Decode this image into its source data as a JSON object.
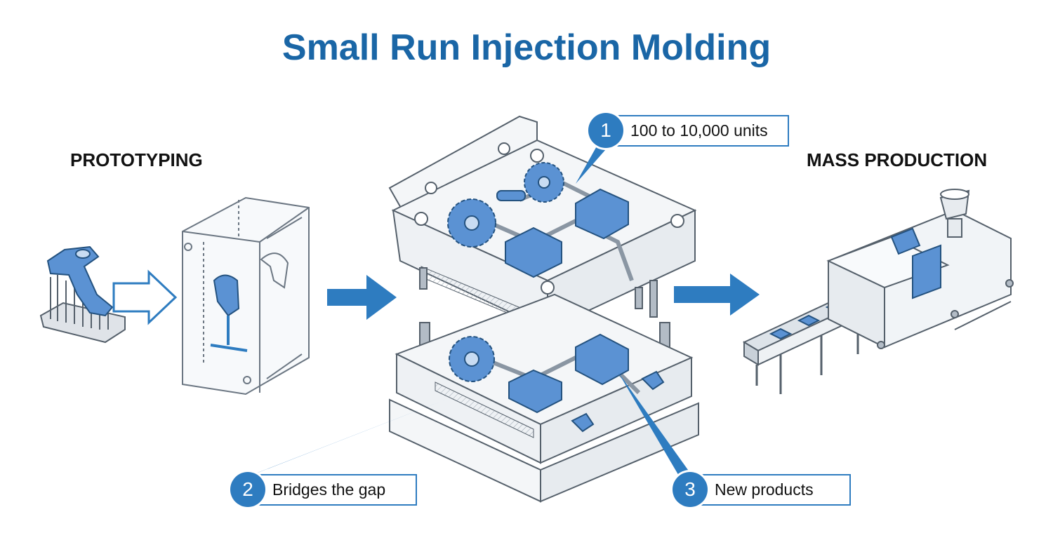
{
  "title": "Small Run Injection Molding",
  "stages": {
    "left": "PROTOTYPING",
    "right": "MASS PRODUCTION"
  },
  "callouts": [
    {
      "number": "1",
      "text": "100 to 10,000 units"
    },
    {
      "number": "2",
      "text": "Bridges the gap"
    },
    {
      "number": "3",
      "text": "New products"
    }
  ],
  "colors": {
    "title": "#1a66a6",
    "accent": "#2e7cc0",
    "part_fill": "#5b92d3",
    "line": "#55606b",
    "plate": "#f4f6f8"
  }
}
